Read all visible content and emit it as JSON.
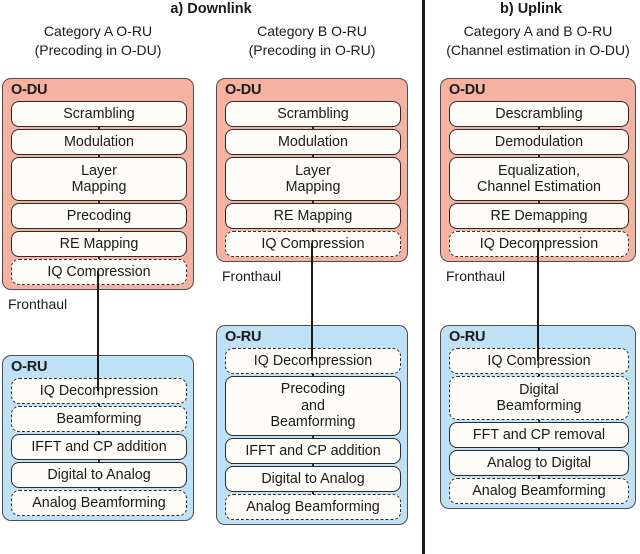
{
  "figure": {
    "sections": [
      {
        "id": "downlink",
        "title": "a) Downlink"
      },
      {
        "id": "uplink",
        "title": "b) Uplink"
      }
    ],
    "colors": {
      "odu_fill": "#f6b2a0",
      "oru_fill": "#bfe1f6",
      "block_fill": "#fdfcf7",
      "outline": "#2b2b2b",
      "group_outline": "#4d4d4d",
      "divider": "#1a1a1a"
    },
    "fronthaul_label": "Fronthaul",
    "group_labels": {
      "odu": "O-DU",
      "oru": "O-RU"
    },
    "columns": [
      {
        "id": "cat-a-downlink",
        "section": "downlink",
        "caption_line1": "Category A O-RU",
        "caption_line2": "(Precoding in O-DU)",
        "odu": {
          "label": "O-DU",
          "blocks": [
            {
              "text": "Scrambling",
              "style": "solid",
              "lines": 1
            },
            {
              "text": "Modulation",
              "style": "solid",
              "lines": 1
            },
            {
              "text": "Layer\nMapping",
              "style": "solid",
              "lines": 2
            },
            {
              "text": "Precoding",
              "style": "solid",
              "lines": 1
            },
            {
              "text": "RE Mapping",
              "style": "solid",
              "lines": 1
            },
            {
              "text": "IQ Compression",
              "style": "dashed",
              "lines": 1
            }
          ]
        },
        "oru": {
          "label": "O-RU",
          "blocks": [
            {
              "text": "IQ Decompression",
              "style": "dashed",
              "lines": 1
            },
            {
              "text": "Beamforming",
              "style": "dashed",
              "lines": 1
            },
            {
              "text": "IFFT and CP addition",
              "style": "solid",
              "lines": 1
            },
            {
              "text": "Digital to Analog",
              "style": "solid",
              "lines": 1
            },
            {
              "text": "Analog Beamforming",
              "style": "dashed",
              "lines": 1
            }
          ]
        }
      },
      {
        "id": "cat-b-downlink",
        "section": "downlink",
        "caption_line1": "Category B O-RU",
        "caption_line2": "(Precoding in O-RU)",
        "odu": {
          "label": "O-DU",
          "blocks": [
            {
              "text": "Scrambling",
              "style": "solid",
              "lines": 1
            },
            {
              "text": "Modulation",
              "style": "solid",
              "lines": 1
            },
            {
              "text": "Layer\nMapping",
              "style": "solid",
              "lines": 2
            },
            {
              "text": "RE Mapping",
              "style": "solid",
              "lines": 1
            },
            {
              "text": "IQ Compression",
              "style": "dashed",
              "lines": 1
            }
          ]
        },
        "oru": {
          "label": "O-RU",
          "blocks": [
            {
              "text": "IQ Decompression",
              "style": "dashed",
              "lines": 1
            },
            {
              "text": "Precoding\nand\nBeamforming",
              "style": "solid",
              "lines": 3
            },
            {
              "text": "IFFT and CP addition",
              "style": "solid",
              "lines": 1
            },
            {
              "text": "Digital to Analog",
              "style": "solid",
              "lines": 1
            },
            {
              "text": "Analog Beamforming",
              "style": "dashed",
              "lines": 1
            }
          ]
        }
      },
      {
        "id": "cat-ab-uplink",
        "section": "uplink",
        "caption_line1": "Category A and B O-RU",
        "caption_line2": "(Channel estimation in O-DU)",
        "odu": {
          "label": "O-DU",
          "blocks": [
            {
              "text": "Descrambling",
              "style": "solid",
              "lines": 1
            },
            {
              "text": "Demodulation",
              "style": "solid",
              "lines": 1
            },
            {
              "text": "Equalization,\nChannel Estimation",
              "style": "solid",
              "lines": 2
            },
            {
              "text": "RE Demapping",
              "style": "solid",
              "lines": 1
            },
            {
              "text": "IQ Decompression",
              "style": "dashed",
              "lines": 1
            }
          ]
        },
        "oru": {
          "label": "O-RU",
          "blocks": [
            {
              "text": "IQ Compression",
              "style": "dashed",
              "lines": 1
            },
            {
              "text": "Digital\nBeamforming",
              "style": "dashed",
              "lines": 2
            },
            {
              "text": "FFT and CP removal",
              "style": "solid",
              "lines": 1
            },
            {
              "text": "Analog to Digital",
              "style": "solid",
              "lines": 1
            },
            {
              "text": "Analog Beamforming",
              "style": "dashed",
              "lines": 1
            }
          ]
        }
      }
    ]
  }
}
